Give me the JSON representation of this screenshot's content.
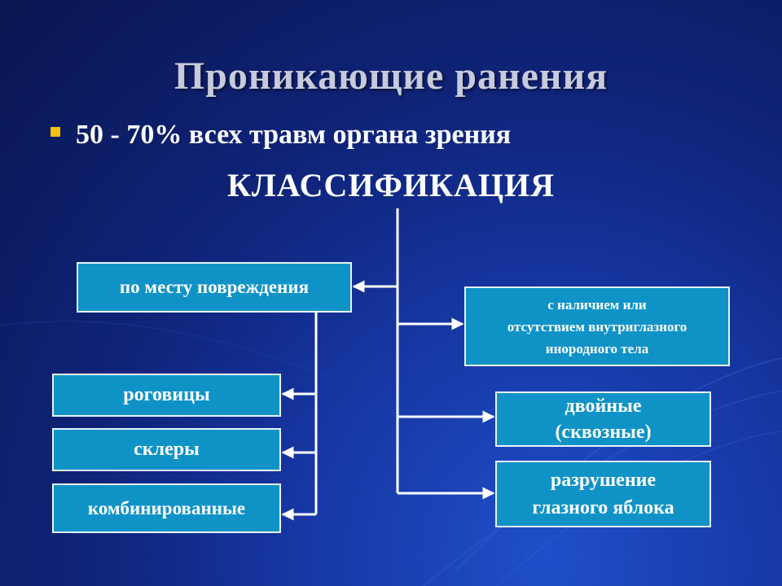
{
  "title": "Проникающие ранения",
  "bullet": "50 - 70% всех травм органа зрения",
  "heading": "КЛАССИФИКАЦИЯ",
  "colors": {
    "box_fill": "#0f93c7",
    "box_border": "#e8f4fb",
    "bullet": "#f1c10f",
    "connector": "#ffffff"
  },
  "boxes": {
    "location": "по месту повреждения",
    "cornea": "роговицы",
    "sclera": "склеры",
    "combined": "комбинированные",
    "foreign_body": [
      "с наличием или",
      "отсутствием внутриглазного",
      "инородного тела"
    ],
    "double": [
      "двойные",
      "(сквозные)"
    ],
    "destruction": [
      "разрушение",
      "глазного яблока"
    ]
  }
}
